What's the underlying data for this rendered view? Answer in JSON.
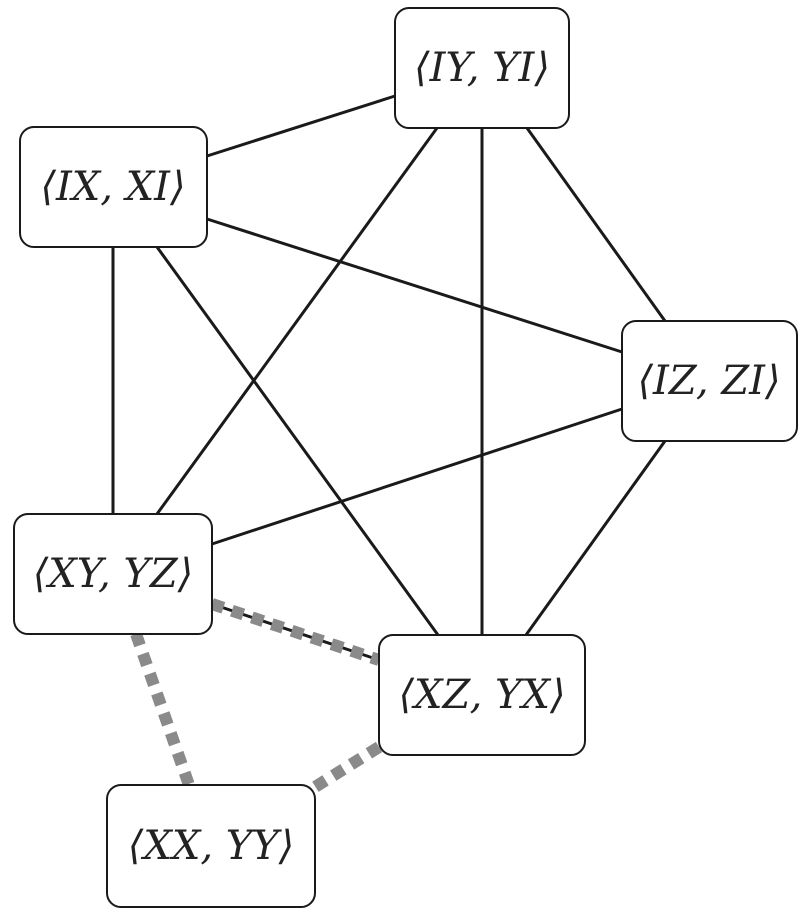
{
  "diagram": {
    "nodes": [
      {
        "id": "IY_YI",
        "label": "⟨IY, YI⟩"
      },
      {
        "id": "IX_XI",
        "label": "⟨IX, XI⟩"
      },
      {
        "id": "IZ_ZI",
        "label": "⟨IZ, ZI⟩"
      },
      {
        "id": "XY_YZ",
        "label": "⟨XY, YZ⟩"
      },
      {
        "id": "XZ_YX",
        "label": "⟨XZ, YX⟩"
      },
      {
        "id": "XX_YY",
        "label": "⟨XX, YY⟩"
      }
    ],
    "edges": [
      {
        "from": "IX_XI",
        "to": "IY_YI",
        "style": "solid"
      },
      {
        "from": "IX_XI",
        "to": "IZ_ZI",
        "style": "solid"
      },
      {
        "from": "IX_XI",
        "to": "XY_YZ",
        "style": "solid"
      },
      {
        "from": "IX_XI",
        "to": "XZ_YX",
        "style": "solid"
      },
      {
        "from": "IY_YI",
        "to": "IZ_ZI",
        "style": "solid"
      },
      {
        "from": "IY_YI",
        "to": "XY_YZ",
        "style": "solid"
      },
      {
        "from": "IY_YI",
        "to": "XZ_YX",
        "style": "solid"
      },
      {
        "from": "IZ_ZI",
        "to": "XY_YZ",
        "style": "solid"
      },
      {
        "from": "IZ_ZI",
        "to": "XZ_YX",
        "style": "solid"
      },
      {
        "from": "XY_YZ",
        "to": "XZ_YX",
        "style": "solid"
      },
      {
        "from": "XY_YZ",
        "to": "XZ_YX",
        "style": "dashed"
      },
      {
        "from": "XY_YZ",
        "to": "XX_YY",
        "style": "dashed"
      },
      {
        "from": "XZ_YX",
        "to": "XX_YY",
        "style": "dashed"
      }
    ]
  }
}
